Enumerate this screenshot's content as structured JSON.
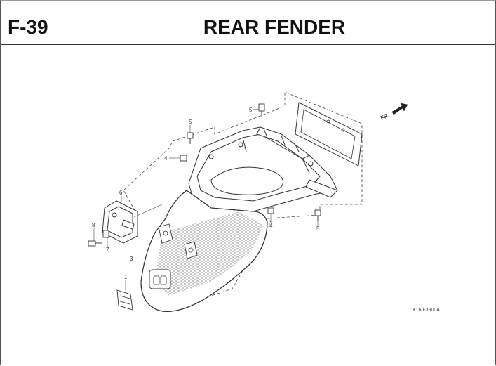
{
  "header": {
    "figure_code": "F-39",
    "title": "REAR FENDER"
  },
  "callouts": {
    "c1": "1",
    "c3": "3",
    "c4": "4",
    "c5a": "5",
    "c5b": "5",
    "c5c": "5",
    "c6": "6",
    "c7": "7",
    "c8": "8",
    "c4b": "4"
  },
  "direction_label": "FR.",
  "diagram_code": "K16/F3900A",
  "colors": {
    "line": "#333333",
    "hatch": "#bbbbbb"
  }
}
